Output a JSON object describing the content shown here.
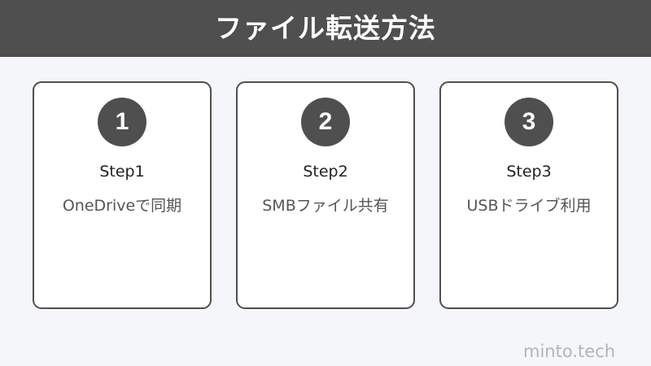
{
  "header": {
    "title": "ファイル転送方法"
  },
  "steps": [
    {
      "number": "1",
      "label": "Step1",
      "description": "OneDriveで同期"
    },
    {
      "number": "2",
      "label": "Step2",
      "description": "SMBファイル共有"
    },
    {
      "number": "3",
      "label": "Step3",
      "description": "USBドライブ利用"
    }
  ],
  "watermark": "minto.tech",
  "colors": {
    "header_bg": "#4f4f4f",
    "page_bg": "#f5f6fa",
    "card_bg": "#ffffff",
    "card_border": "#4f4f4f",
    "badge_bg": "#4f4f4f",
    "watermark": "#b4b4b8"
  }
}
